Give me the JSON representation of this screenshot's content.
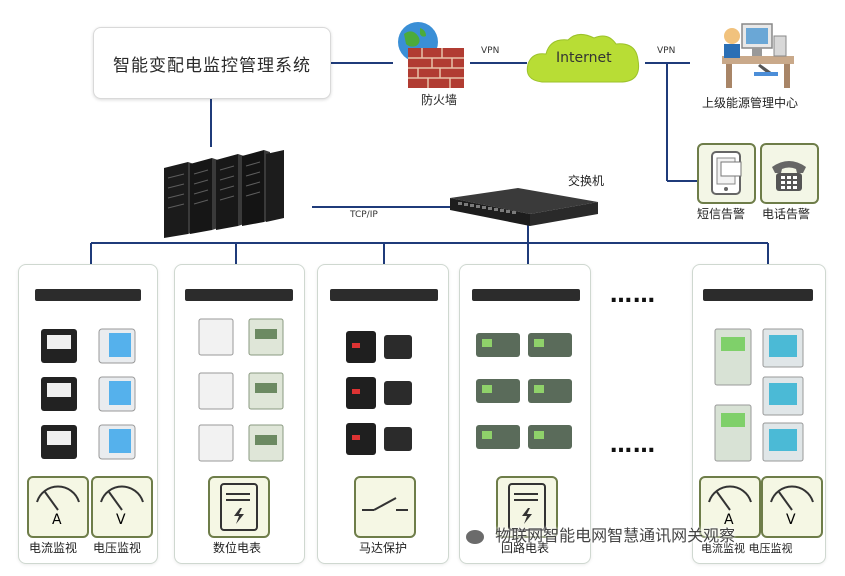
{
  "system_title": "智能变配电监控管理系统",
  "firewall_label": "防火墙",
  "internet_label": "Internet",
  "vpn_left": "VPN",
  "vpn_right": "VPN",
  "upper_center_label": "上级能源管理中心",
  "sms_alarm_label": "短信告警",
  "phone_alarm_label": "电话告警",
  "switch_label": "交换机",
  "tcpip_label": "TCP/IP",
  "ellipsis": "……",
  "panels": [
    {
      "caption_left": "电流监视",
      "caption_right": "电压监视",
      "icon_left": "ammeter-icon",
      "icon_right": "voltmeter-icon",
      "icon_left_text": "A",
      "icon_right_text": "V"
    },
    {
      "caption": "数位电表",
      "icon": "meter-icon"
    },
    {
      "caption": "马达保护",
      "icon": "switch-icon"
    },
    {
      "caption": "回路电表",
      "icon": "meter-icon"
    },
    {
      "caption": "电流监视 电压监视",
      "icon_left_text": "A",
      "icon_right_text": "V"
    }
  ],
  "watermark": "物联网智能电网智慧通讯网关观察",
  "colors": {
    "line": "#1f3b7a",
    "green_line": "#4f6a2c",
    "cloud": "#b8dd35",
    "firewall": "#a3372f"
  }
}
